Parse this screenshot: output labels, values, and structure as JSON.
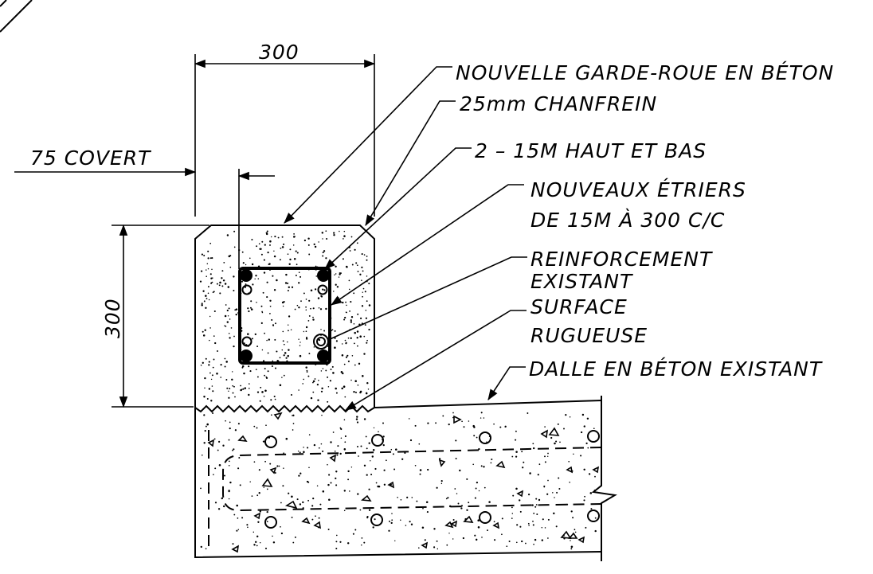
{
  "dimensions": {
    "top_width": "300",
    "cover": "75 COVERT",
    "height": "300"
  },
  "callouts": {
    "curb": "NOUVELLE GARDE-ROUE EN BÉTON",
    "chamfer": "25mm CHANFREIN",
    "top_bottom_bars": "2 – 15M  HAUT ET BAS",
    "stirrups_line1": "NOUVEAUX ÉTRIERS",
    "stirrups_line2": "DE 15M À 300 C/C",
    "existing_rebar_line1": "REINFORCEMENT",
    "existing_rebar_line2": "EXISTANT",
    "rough_surface_line1": "SURFACE",
    "rough_surface_line2": "RUGUEUSE",
    "existing_slab": "DALLE EN BÉTON EXISTANT"
  }
}
